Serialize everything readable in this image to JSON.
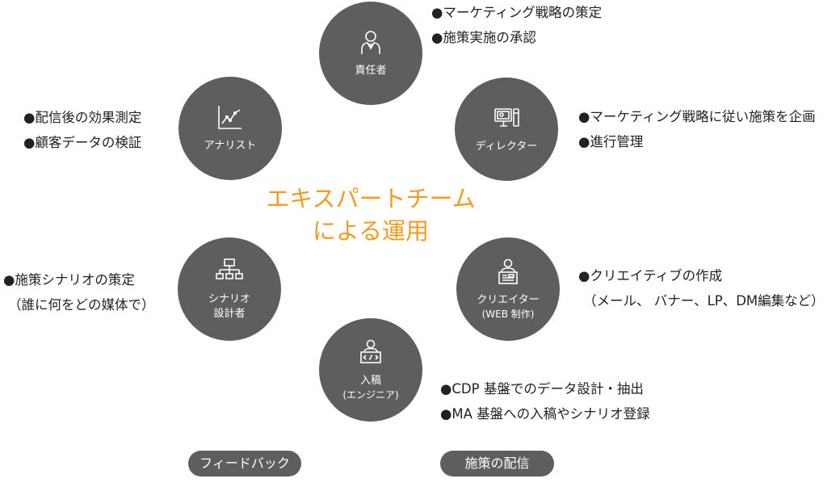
{
  "center_title": {
    "line1": "エキスパートチーム",
    "line2": "による運用"
  },
  "nodes": {
    "manager": {
      "label": "責任者",
      "icon": "manager-icon"
    },
    "director": {
      "label": "ディレクター",
      "icon": "monitor-icon"
    },
    "creator": {
      "label": "クリエイター",
      "sub": "(WEB 制作)",
      "icon": "designer-icon"
    },
    "engineer": {
      "label": "入稿",
      "sub": "(エンジニア)",
      "icon": "coder-icon"
    },
    "scenario": {
      "label1": "シナリオ",
      "label2": "設計者",
      "icon": "flowchart-icon"
    },
    "analyst": {
      "label": "アナリスト",
      "icon": "chart-icon"
    }
  },
  "notes": {
    "manager": [
      "●マーケティング戦略の策定",
      "●施策実施の承認"
    ],
    "director": [
      "●マーケティング戦略に従い施策を企画",
      "●進行管理"
    ],
    "creator": [
      "●クリエイティブの作成",
      "（メール、 バナー、LP、DM編集など）"
    ],
    "engineer": [
      "●CDP 基盤でのデータ設計・抽出",
      "●MA 基盤への入稿やシナリオ登録"
    ],
    "scenario": [
      "●施策シナリオの策定",
      "（誰に何をどの媒体で）"
    ],
    "analyst": [
      "●配信後の効果測定",
      "●顧客データの検証"
    ]
  },
  "pills": {
    "feedback": "フィードバック",
    "delivery": "施策の配信"
  },
  "colors": {
    "node": "#5e5d5f",
    "accent": "#ef9c1f"
  }
}
